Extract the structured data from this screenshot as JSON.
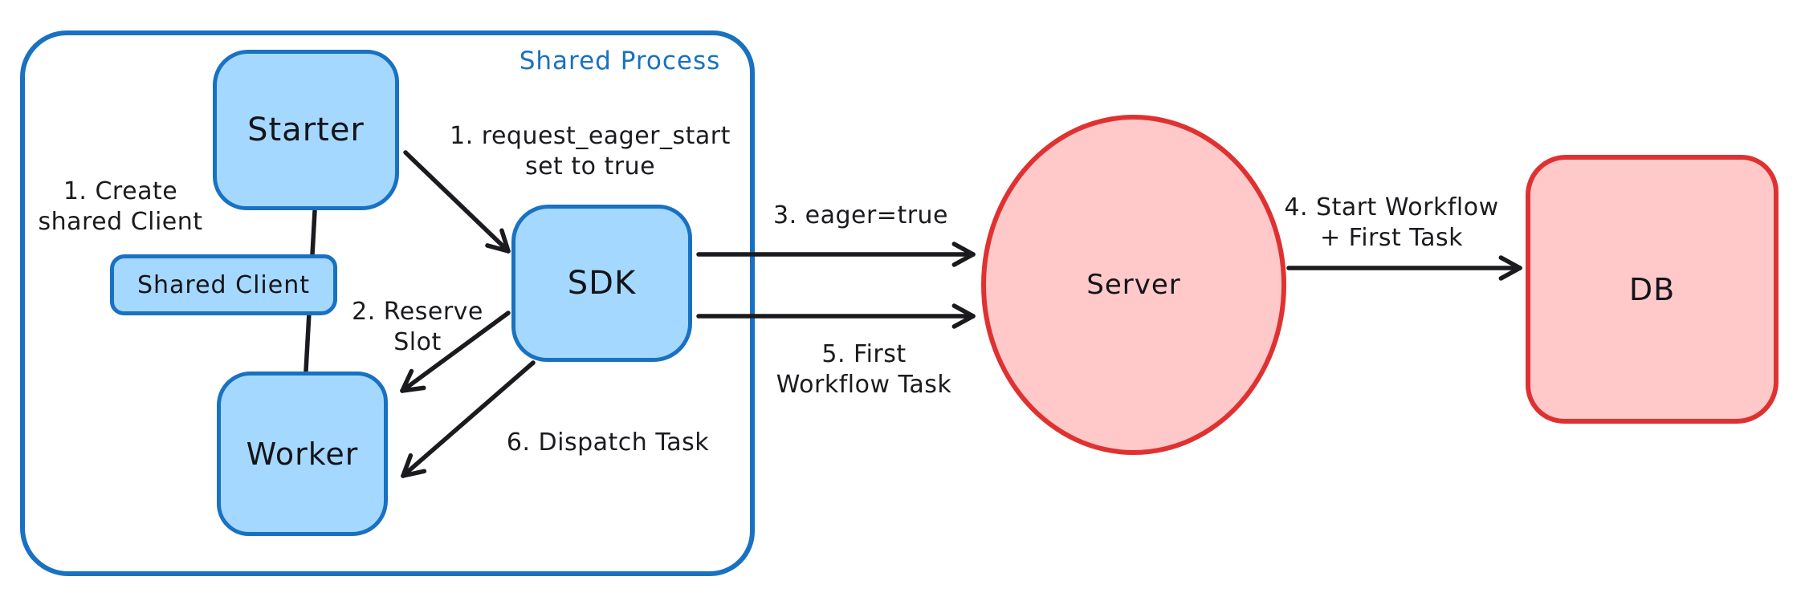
{
  "diagram": {
    "container_label": "Shared Process",
    "nodes": {
      "starter": {
        "label": "Starter"
      },
      "shared_client": {
        "label": "Shared Client"
      },
      "worker": {
        "label": "Worker"
      },
      "sdk": {
        "label": "SDK"
      },
      "server": {
        "label": "Server"
      },
      "db": {
        "label": "DB"
      }
    },
    "annotations": {
      "create_shared_client": "1. Create\nshared Client",
      "request_eager_start": "1. request_eager_start\nset to true",
      "reserve_slot": "2. Reserve\nSlot",
      "eager_true": "3. eager=true",
      "start_workflow": "4. Start Workflow\n+ First Task",
      "first_workflow_task": "5. First\nWorkflow Task",
      "dispatch_task": "6. Dispatch Task"
    },
    "colors": {
      "blue_stroke": "#1971c2",
      "blue_fill": "#a5d8ff",
      "red_stroke": "#e03131",
      "red_fill": "#ffc9c9",
      "ink": "#1b1b1f"
    }
  }
}
